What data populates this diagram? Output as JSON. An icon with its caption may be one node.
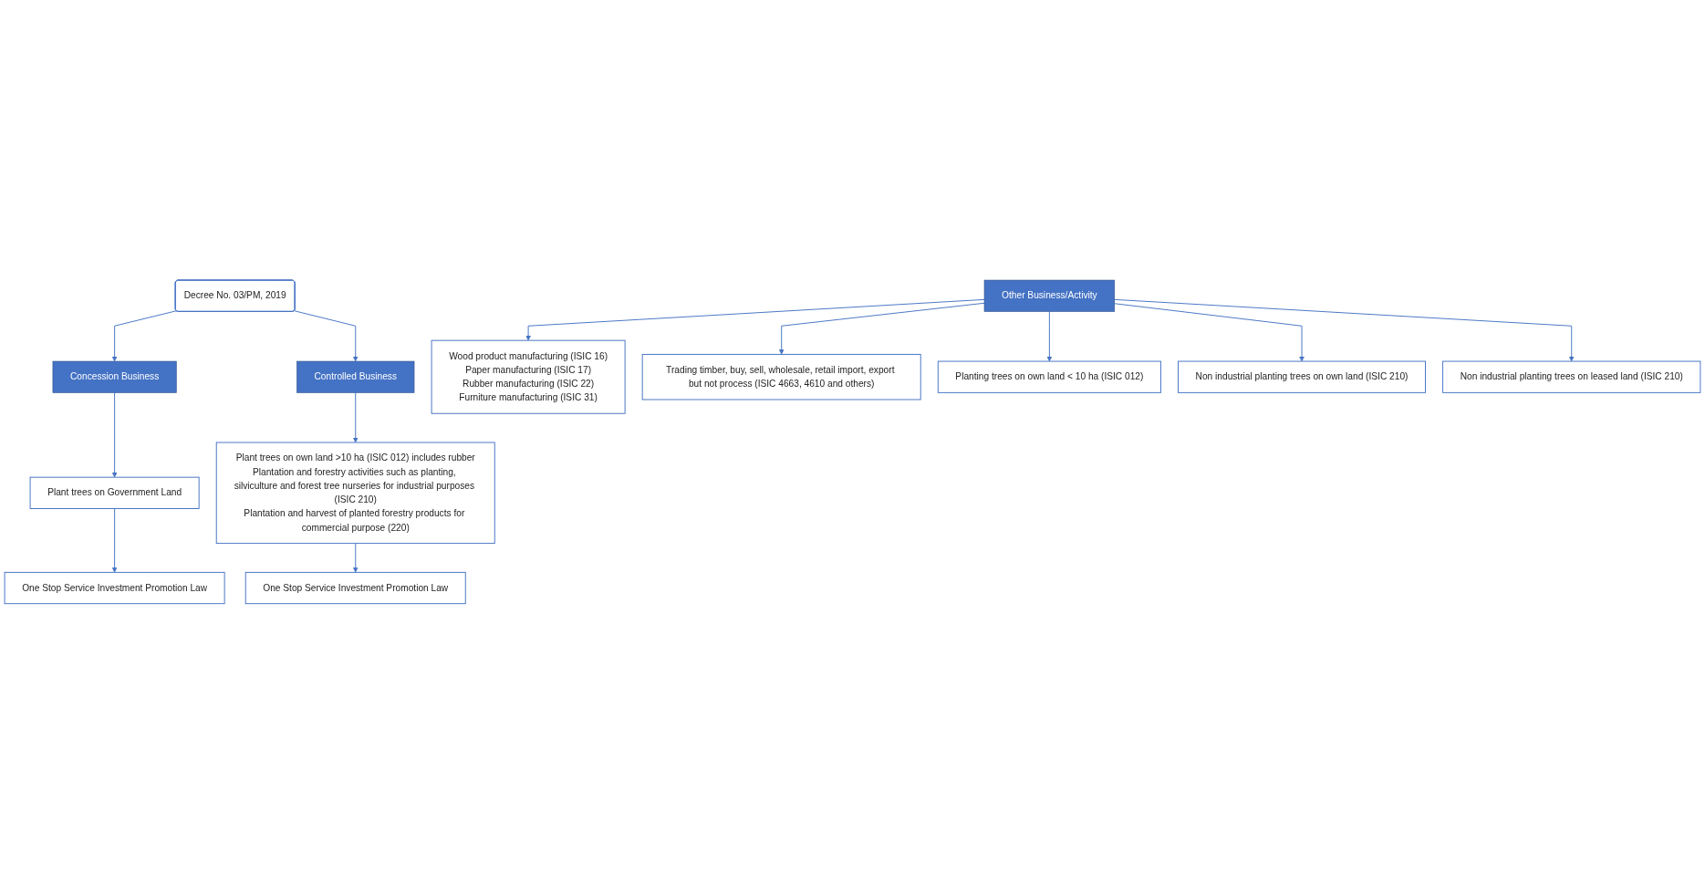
{
  "diagram": {
    "nodes": [
      {
        "text": [
          "Decree No. 03/PM, 2019"
        ]
      },
      {
        "text": [
          "Concession Business"
        ]
      },
      {
        "text": [
          "Controlled Business"
        ]
      },
      {
        "text": [
          "Other Business/Activity"
        ]
      },
      {
        "text": [
          "Plant trees on Government Land"
        ]
      },
      {
        "text": [
          "Plant trees on own land >10 ha (ISIC 012) includes rubber",
          "Plantation and forestry activities such as planting, silviculture and forest tree nurseries for industrial purposes (ISIC 210)",
          "Plantation and harvest of planted forestry products for commercial purpose (220)"
        ]
      },
      {
        "text": [
          "Wood product manufacturing (ISIC 16)",
          "Paper manufacturing (ISIC 17)",
          "Rubber manufacturing (ISIC 22)",
          "Furniture manufacturing (ISIC 31)"
        ]
      },
      {
        "text": [
          "Trading timber, buy, sell, wholesale, retail import, export but not process (ISIC 4663, 4610 and others)"
        ]
      },
      {
        "text": [
          "Planting trees on own land < 10 ha (ISIC 012)"
        ]
      },
      {
        "text": [
          "Non industrial planting trees on own land (ISIC 210)"
        ]
      },
      {
        "text": [
          "Non industrial planting trees on leased land (ISIC 210)"
        ]
      },
      {
        "text": [
          "One Stop Service Investment Promotion Law"
        ]
      },
      {
        "text": [
          "One Stop Service Investment Promotion Law"
        ]
      }
    ],
    "edges": [
      {
        "from": 0,
        "to": 1,
        "arrow": "to"
      },
      {
        "from": 0,
        "to": 2,
        "arrow": "to"
      },
      {
        "from": 1,
        "to": 4,
        "arrow": "to"
      },
      {
        "from": 2,
        "to": 5,
        "arrow": "to"
      },
      {
        "from": 3,
        "to": 6,
        "arrow": "to"
      },
      {
        "from": 3,
        "to": 7,
        "arrow": "to"
      },
      {
        "from": 3,
        "to": 8,
        "arrow": "to"
      },
      {
        "from": 3,
        "to": 9,
        "arrow": "to"
      },
      {
        "from": 3,
        "to": 10,
        "arrow": "to"
      },
      {
        "from": 4,
        "to": 11,
        "arrow": "to"
      },
      {
        "from": 5,
        "to": 12,
        "arrow": "to"
      }
    ]
  }
}
